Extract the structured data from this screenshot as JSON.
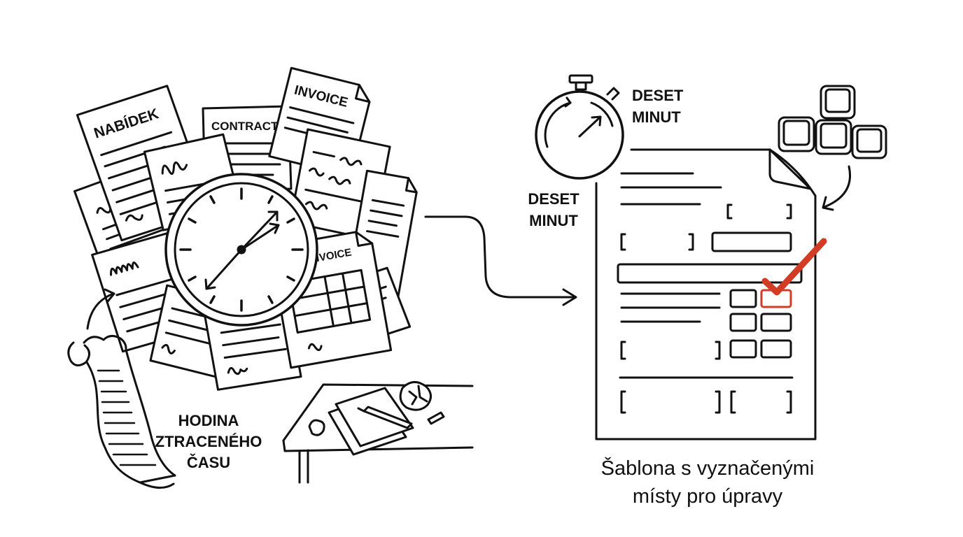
{
  "left": {
    "documents": [
      {
        "title": "NABÍDEK"
      },
      {
        "title": "CONTRACT"
      },
      {
        "title": "INVOICE"
      },
      {
        "title": "INVOICE"
      }
    ],
    "label_lines": [
      "HODINA",
      "ZTRACENÉHO",
      "ČASU"
    ]
  },
  "right": {
    "stopwatch_label_top": [
      "DESET",
      "MINUT"
    ],
    "stopwatch_label_left": [
      "DESET",
      "MINUT"
    ],
    "caption_lines": [
      "Šablona s vyznačenými",
      "místy pro úpravy"
    ]
  },
  "colors": {
    "ink": "#111111",
    "accent": "#d23b24"
  },
  "icons": [
    "paper-stack",
    "wall-clock",
    "receipt-scroll",
    "desk",
    "crumpled-paper",
    "pen",
    "stopwatch",
    "keyboard-keys",
    "template-document",
    "checkmark",
    "flow-arrow"
  ]
}
